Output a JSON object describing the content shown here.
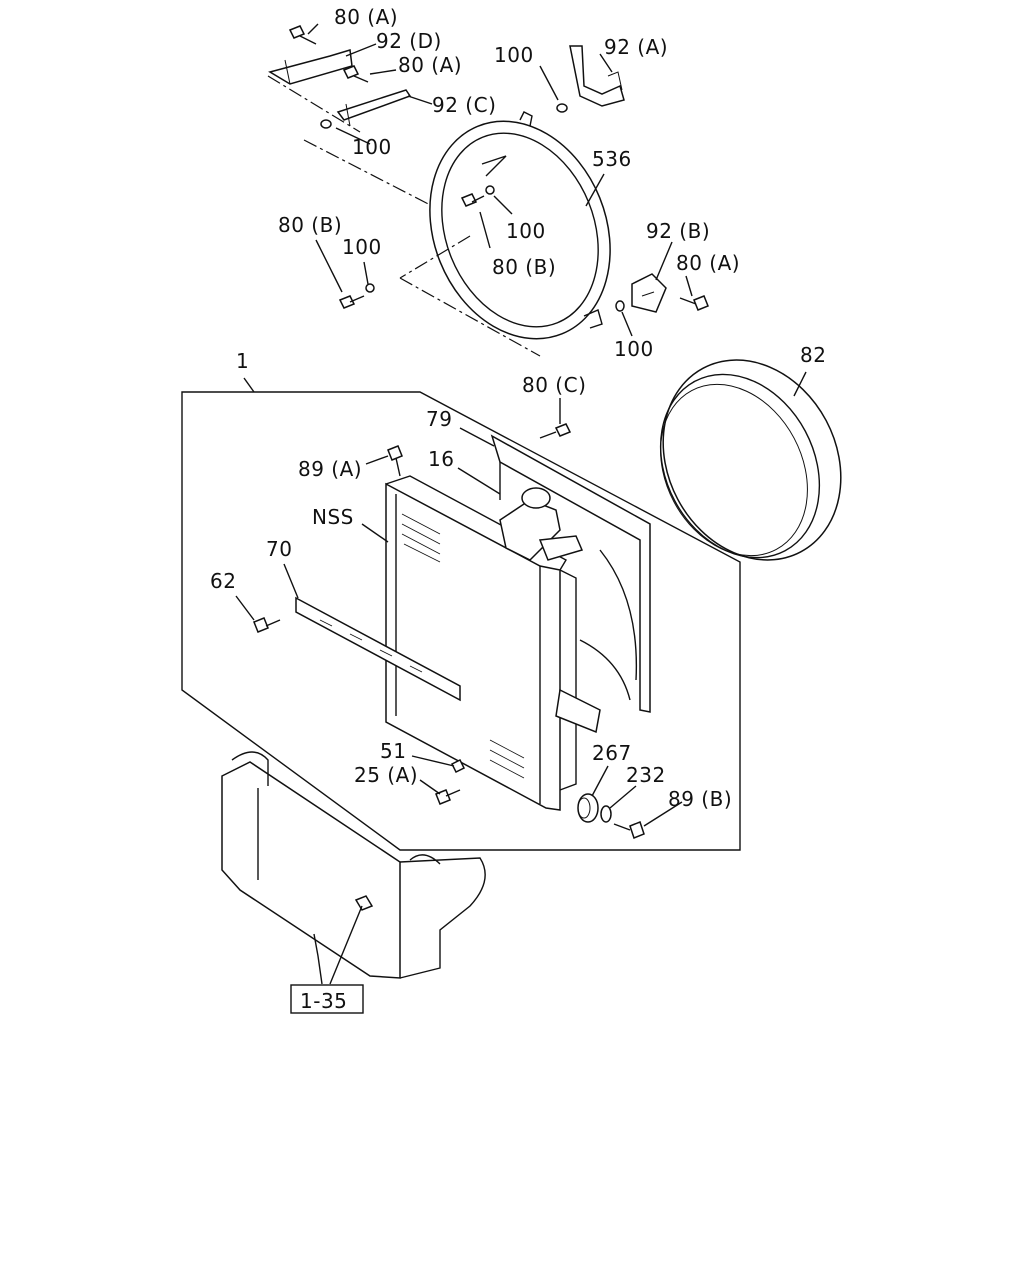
{
  "labels": {
    "l80a_top": "80 (A)",
    "l92d": "92 (D)",
    "l80a_mid": "80 (A)",
    "l92c": "92 (C)",
    "l100_a": "100",
    "l100_b": "100",
    "l92a": "92 (A)",
    "l536": "536",
    "l100_c": "100",
    "l80b_in": "80 (B)",
    "l80b_left": "80 (B)",
    "l100_d": "100",
    "l92b": "92 (B)",
    "l80a_right": "80 (A)",
    "l100_e": "100",
    "l1": "1",
    "l80c": "80 (C)",
    "l82": "82",
    "l79": "79",
    "l89a": "89 (A)",
    "l16": "16",
    "lnss": "NSS",
    "l70": "70",
    "l62": "62",
    "l51": "51",
    "l25a": "25 (A)",
    "l267": "267",
    "l232": "232",
    "l89b": "89 (B)",
    "ref": "1-35"
  }
}
